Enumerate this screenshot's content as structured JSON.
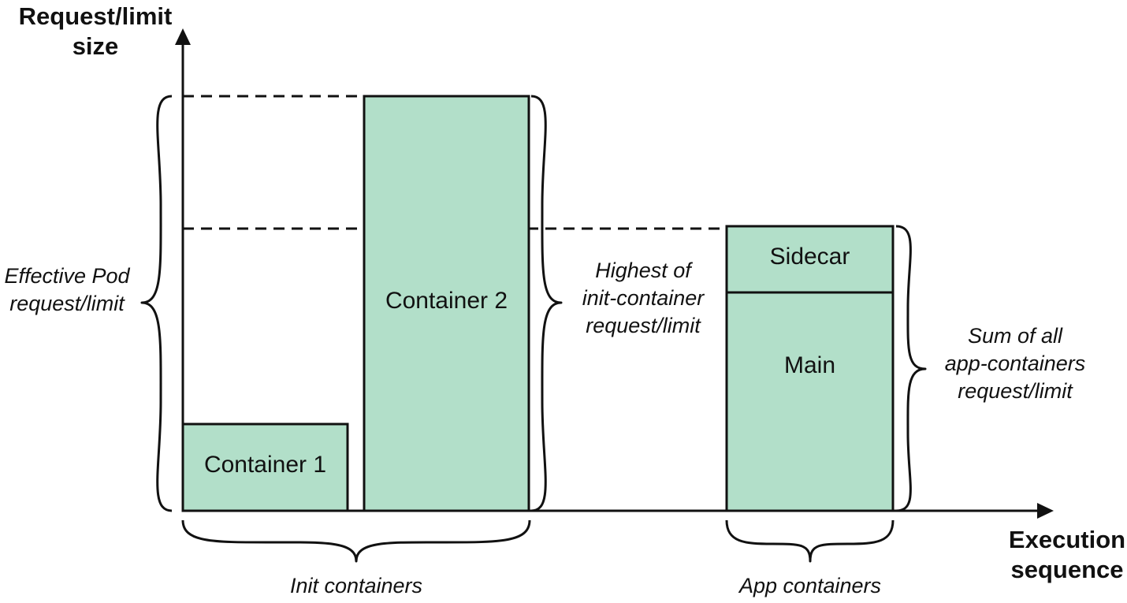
{
  "colors": {
    "box_fill": "#b2dfc9",
    "stroke": "#111111",
    "background": "#ffffff"
  },
  "axes": {
    "y_title_line1": "Request/limit",
    "y_title_line2": "size",
    "x_title_line1": "Execution",
    "x_title_line2": "sequence"
  },
  "boxes": {
    "container1": "Container 1",
    "container2": "Container 2",
    "sidecar": "Sidecar",
    "main": "Main"
  },
  "annotations": {
    "effective_line1": "Effective Pod",
    "effective_line2": "request/limit",
    "highest_line1": "Highest of",
    "highest_line2": "init-container",
    "highest_line3": "request/limit",
    "sum_line1": "Sum of all",
    "sum_line2": "app-containers",
    "sum_line3": "request/limit"
  },
  "groups": {
    "init": "Init containers",
    "app": "App containers"
  }
}
